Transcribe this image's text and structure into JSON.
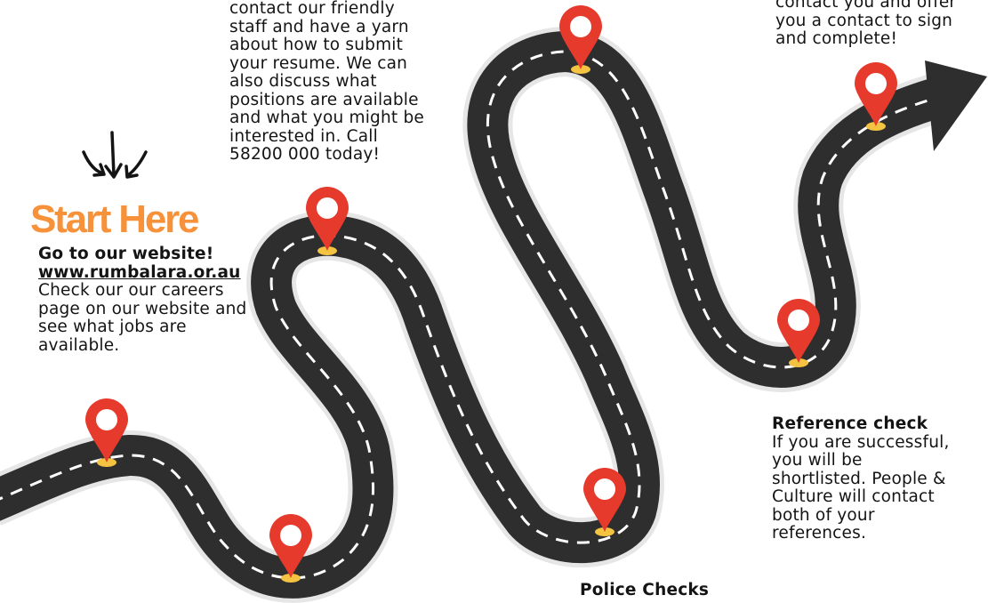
{
  "colors": {
    "road": "#2e2e2e",
    "road_outline": "#e6e6e6",
    "lane_marking": "#ffffff",
    "pin": "#e53a2c",
    "pin_base": "#f5c342",
    "start_title": "#f7923b",
    "text": "#141414"
  },
  "icons": {
    "arrows": "three-arrows-pointing-down",
    "pin": "map-pin-icon",
    "road_arrow": "arrow-head"
  },
  "start": {
    "title": "Start Here",
    "heading": "Go to our website!",
    "link": "www.rumbalara.or.au",
    "lines": [
      "Check our our careers",
      "page on our website and",
      "see what jobs are",
      "available."
    ]
  },
  "contact": {
    "lines": [
      "contact our friendly",
      "staff and have a yarn",
      "about how to submit",
      "your resume. We can",
      "also discuss what",
      "positions are available",
      "and what you might be",
      "interested in. Call",
      "58200 000 today!"
    ]
  },
  "offer": {
    "lines": [
      "contact you and offer",
      "you a contact to sign",
      "and complete!"
    ]
  },
  "reference": {
    "heading": "Reference check",
    "lines": [
      "If you are successful,",
      "you will be",
      "shortlisted. People &",
      "Culture will contact",
      "both of your",
      "references."
    ]
  },
  "police": {
    "heading": "Police Checks"
  }
}
